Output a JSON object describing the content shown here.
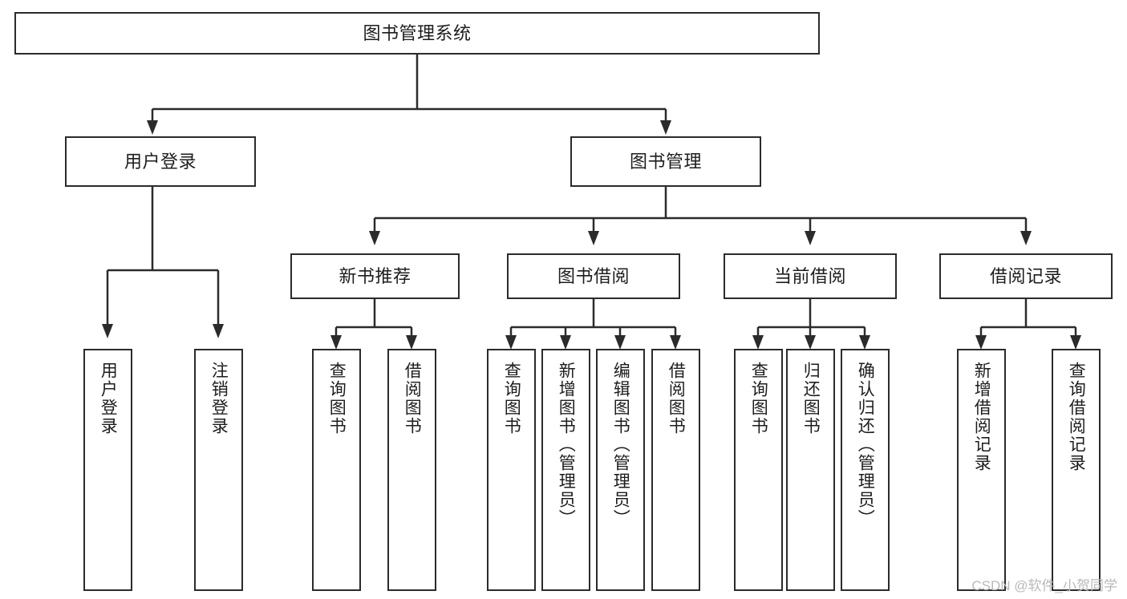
{
  "diagram": {
    "type": "tree-hierarchy",
    "title": "图书管理系统",
    "watermark": "CSDN @软件_小贺同学",
    "colors": {
      "stroke": "#2b2b2b",
      "fill": "#ffffff",
      "text": "#1d1d1d",
      "watermark": "#b9b9b9"
    },
    "nodes": {
      "root": {
        "label": "图书管理系统",
        "orientation": "horizontal"
      },
      "level2": [
        {
          "id": "user-login",
          "label": "用户登录",
          "orientation": "horizontal"
        },
        {
          "id": "book-management",
          "label": "图书管理",
          "orientation": "horizontal"
        }
      ],
      "level3": [
        {
          "id": "new-book-recommend",
          "label": "新书推荐",
          "orientation": "horizontal"
        },
        {
          "id": "book-borrow",
          "label": "图书借阅",
          "orientation": "horizontal"
        },
        {
          "id": "current-borrow",
          "label": "当前借阅",
          "orientation": "horizontal"
        },
        {
          "id": "borrow-record",
          "label": "借阅记录",
          "orientation": "horizontal"
        }
      ],
      "leaves": [
        {
          "id": "leaf-user-login",
          "label": "用户登录",
          "parent": "user-login",
          "orientation": "vertical"
        },
        {
          "id": "leaf-logout-login",
          "label": "注销登录",
          "parent": "user-login",
          "orientation": "vertical"
        },
        {
          "id": "leaf-query-book-1",
          "label": "查询图书",
          "parent": "new-book-recommend",
          "orientation": "vertical"
        },
        {
          "id": "leaf-borrow-book-1",
          "label": "借阅图书",
          "parent": "new-book-recommend",
          "orientation": "vertical"
        },
        {
          "id": "leaf-query-book-2",
          "label": "查询图书",
          "parent": "book-borrow",
          "orientation": "vertical"
        },
        {
          "id": "leaf-add-book",
          "label": "新增图书（管理员）",
          "parent": "book-borrow",
          "orientation": "vertical"
        },
        {
          "id": "leaf-edit-book",
          "label": "编辑图书（管理员）",
          "parent": "book-borrow",
          "orientation": "vertical"
        },
        {
          "id": "leaf-borrow-book-2",
          "label": "借阅图书",
          "parent": "book-borrow",
          "orientation": "vertical"
        },
        {
          "id": "leaf-query-book-3",
          "label": "查询图书",
          "parent": "current-borrow",
          "orientation": "vertical"
        },
        {
          "id": "leaf-return-book",
          "label": "归还图书",
          "parent": "current-borrow",
          "orientation": "vertical"
        },
        {
          "id": "leaf-confirm-return",
          "label": "确认归还（管理员）",
          "parent": "current-borrow",
          "orientation": "vertical"
        },
        {
          "id": "leaf-add-record",
          "label": "新增借阅记录",
          "parent": "borrow-record",
          "orientation": "vertical"
        },
        {
          "id": "leaf-query-record",
          "label": "查询借阅记录",
          "parent": "borrow-record",
          "orientation": "vertical"
        }
      ]
    }
  }
}
